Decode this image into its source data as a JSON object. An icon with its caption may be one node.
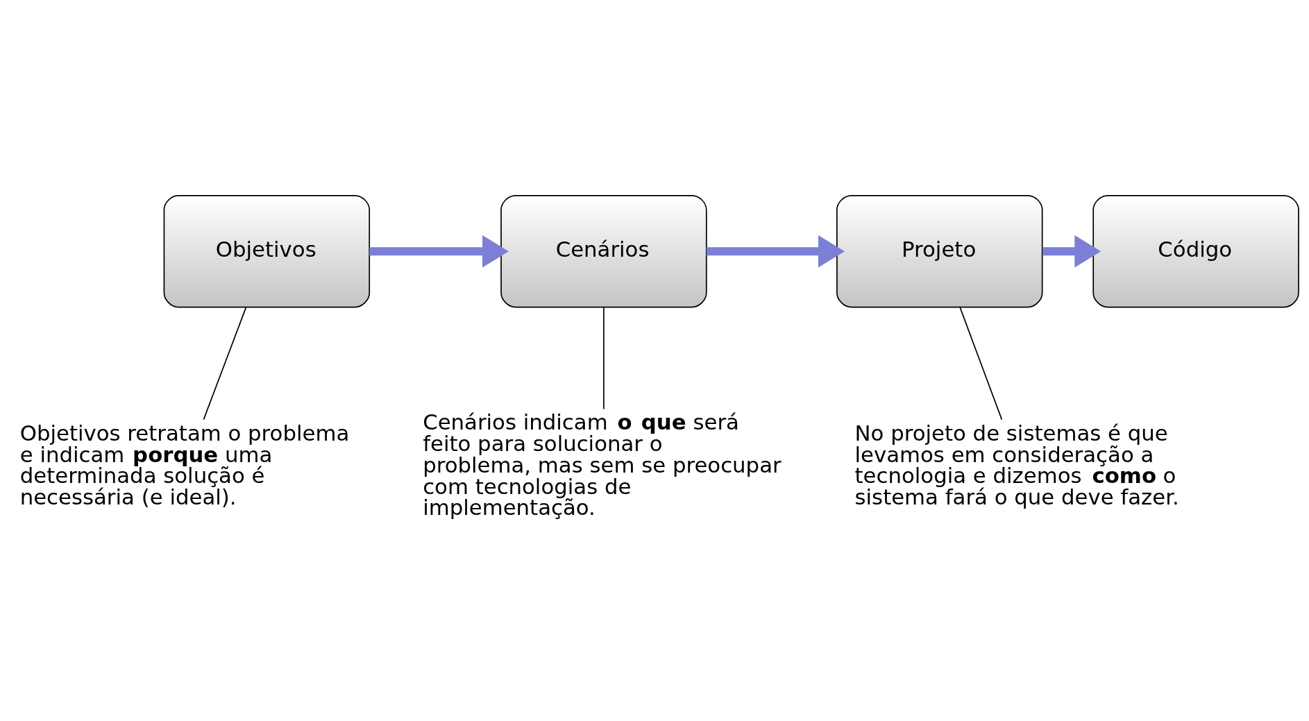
{
  "diagram": {
    "nodes": [
      {
        "text": [
          "Objetivos"
        ]
      },
      {
        "text": [
          "Cenários"
        ]
      },
      {
        "text": [
          "Projeto"
        ]
      },
      {
        "text": [
          "Código"
        ]
      },
      {
        "text": [
          "Cenários indicam **o que** será feito para solucionar o problema, mas sem se preocupar com tecnologias de implementação."
        ]
      },
      {
        "text": [
          "No projeto de sistemas é que levamos em consideração a tecnologia e dizemos **como** o sistema fará o que deve fazer."
        ]
      },
      {
        "text": [
          "Objetivos retratam o problema e indicam **porque** uma determinada solução é necessária (e ideal)."
        ]
      }
    ],
    "edges": [
      {
        "from": 0,
        "to": 1,
        "arrow": "to",
        "style": "thick",
        "color": "#7b7fd6"
      },
      {
        "from": 1,
        "to": 2,
        "arrow": "to",
        "style": "thick",
        "color": "#7b7fd6"
      },
      {
        "from": 2,
        "to": 3,
        "arrow": "to",
        "style": "thick",
        "color": "#7b7fd6"
      },
      {
        "from": 4,
        "to": 1,
        "arrow": "none",
        "color": "#000000"
      },
      {
        "from": 5,
        "to": 2,
        "arrow": "none",
        "color": "#000000"
      },
      {
        "from": 6,
        "to": 0,
        "arrow": "none",
        "color": "#000000"
      }
    ]
  }
}
